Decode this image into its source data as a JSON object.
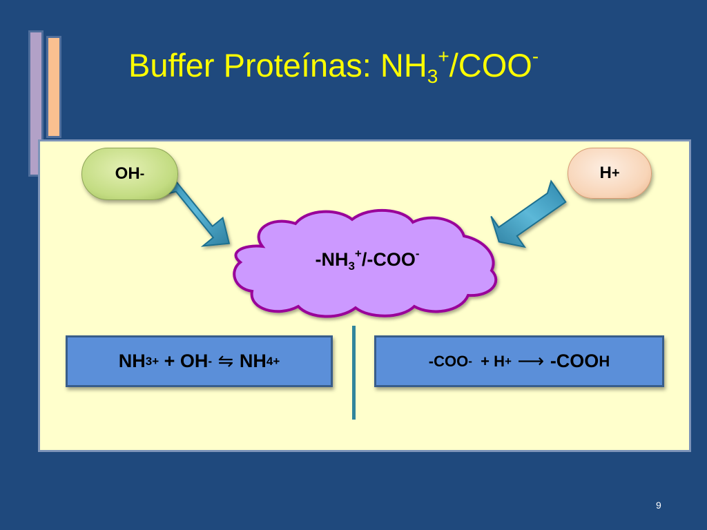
{
  "slide": {
    "title_main": "Buffer Proteínas: NH",
    "title_sub": "3",
    "title_sup": "+",
    "title_rest": "/COO",
    "title_sup2": "-",
    "page_number": "9"
  },
  "reagents": {
    "oh_base": "OH",
    "oh_charge": "-",
    "h_base": "H",
    "h_charge": "+"
  },
  "cloud": {
    "part1": "-NH",
    "sub": "3",
    "sup": "+",
    "part2": "/-COO",
    "sup2": "-"
  },
  "equation_left": {
    "t1": "NH",
    "t1_sub": "3",
    "t1_sup": "+",
    "t2": " + OH",
    "t2_sup": "-",
    "arrow": " ⇋ ",
    "t3": "NH",
    "t3_sub": "4",
    "t3_sup": "+"
  },
  "equation_right": {
    "t1": "-COO",
    "t1_sup": "-",
    "t2": "  + H",
    "t2_sup": "+",
    "arrow": " ⟶ ",
    "t3": "-COO",
    "t4": "H"
  },
  "colors": {
    "background": "#1f497d",
    "title": "#ffff00",
    "panel": "#ffffcc",
    "cloud_fill": "#cc99ff",
    "cloud_stroke": "#990099",
    "arrow_fill": "#4aa6c8",
    "equation_box": "#5b8fd9",
    "divider": "#31859c"
  },
  "icons": [
    "right-down-arrow-icon",
    "left-down-arrow-icon",
    "cloud-shape"
  ]
}
